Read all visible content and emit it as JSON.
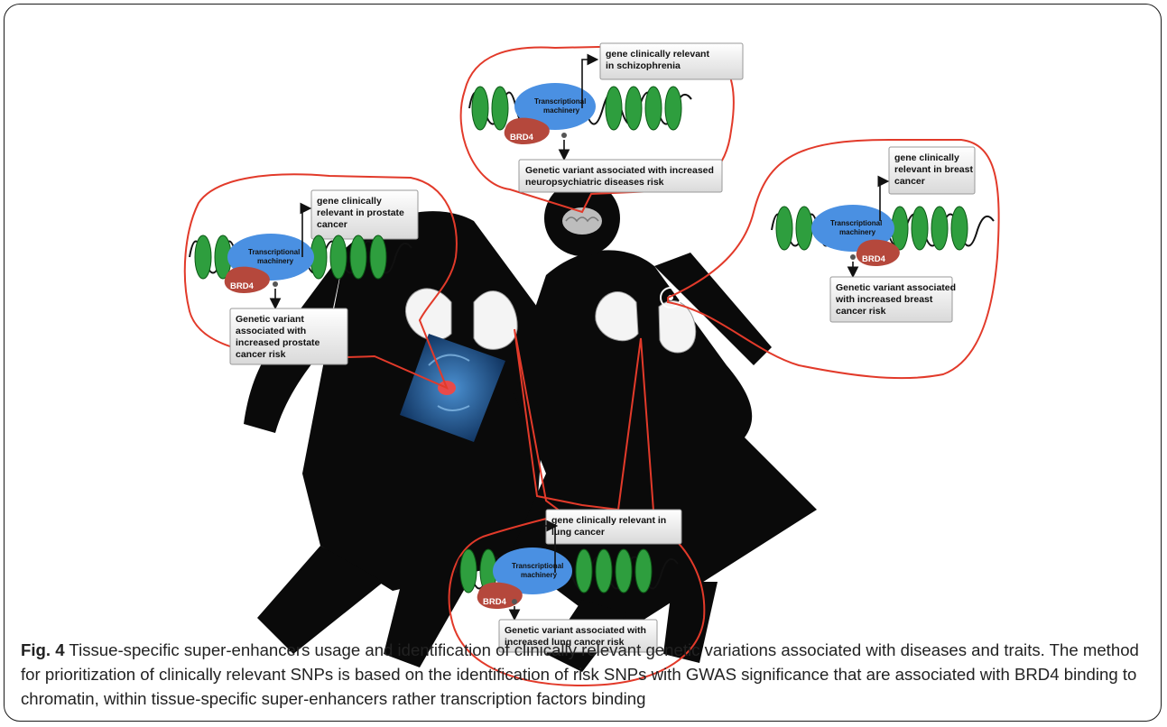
{
  "figure": {
    "panels": {
      "brain": {
        "gene_line1": "gene clinically relevant",
        "gene_line2": "in schizophrenia",
        "variant_line1": "Genetic variant associated with increased",
        "variant_line2": "neuropsychiatric diseases risk",
        "machinery_line1": "Transcriptional",
        "machinery_line2": "machinery",
        "brd4": "BRD4"
      },
      "breast": {
        "gene_line1": "gene clinically",
        "gene_line2": "relevant in breast",
        "gene_line3": "cancer",
        "variant_line1": "Genetic variant associated",
        "variant_line2": "with increased breast",
        "variant_line3": "cancer risk",
        "machinery_line1": "Transcriptional",
        "machinery_line2": "machinery",
        "brd4": "BRD4"
      },
      "prostate": {
        "gene_line1": "gene clinically",
        "gene_line2": "relevant in prostate",
        "gene_line3": "cancer",
        "variant_line1": "Genetic variant",
        "variant_line2": "associated with",
        "variant_line3": "increased prostate",
        "variant_line4": "cancer risk",
        "machinery_line1": "Transcriptional",
        "machinery_line2": "machinery",
        "brd4": "BRD4"
      },
      "lung": {
        "gene_line1": "gene clinically relevant in",
        "gene_line2": "lung cancer",
        "variant_line1": "Genetic variant associated with",
        "variant_line2": "increased lung cancer risk",
        "machinery_line1": "Transcriptional",
        "machinery_line2": "machinery",
        "brd4": "BRD4"
      }
    },
    "colors": {
      "callout_outline": "#e23a2a",
      "nucleosome": "#2e9e3e",
      "machinery": "#4a90e2",
      "brd4": "#b5483c",
      "silhouette": "#0a0a0a"
    }
  },
  "caption": {
    "label": "Fig. 4",
    "text": "Tissue-specific super-enhancers usage and identification of clinically relevant genetic variations associated with diseases and traits. The method for prioritization of clinically relevant SNPs is based on the identification of risk SNPs with GWAS significance that are associated with BRD4 binding to chromatin, within tissue-specific super-enhancers rather transcription factors binding"
  }
}
